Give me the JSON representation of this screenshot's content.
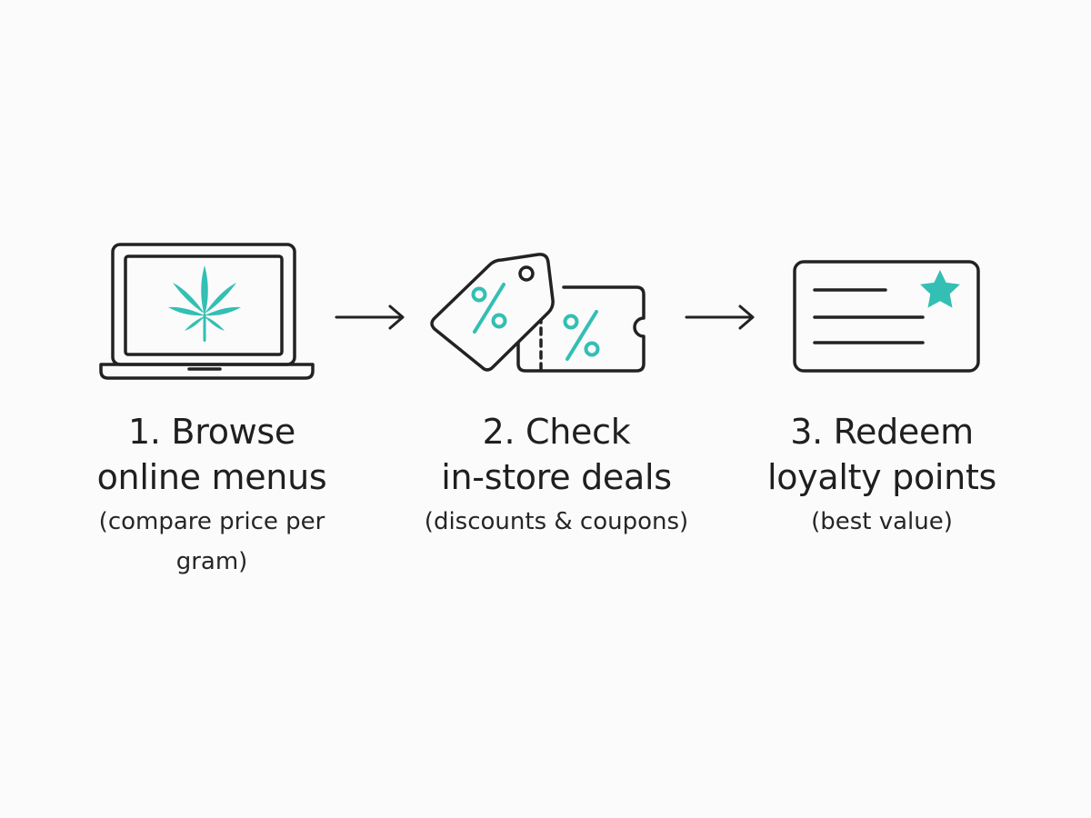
{
  "accent_color": "#33bfb3",
  "stroke_color": "#222222",
  "background_color": "#fbfbfb",
  "steps": [
    {
      "icon": "laptop-cannabis-icon",
      "title_line1": "1. Browse",
      "title_line2": "online menus",
      "subtitle": "(compare price per gram)"
    },
    {
      "icon": "price-tag-coupon-icon",
      "title_line1": "2. Check",
      "title_line2": "in-store deals",
      "subtitle": "(discounts & coupons)"
    },
    {
      "icon": "loyalty-card-star-icon",
      "title_line1": "3. Redeem",
      "title_line2": "loyalty points",
      "subtitle": "(best value)"
    }
  ],
  "connectors": [
    "arrow-right-icon",
    "arrow-right-icon"
  ]
}
